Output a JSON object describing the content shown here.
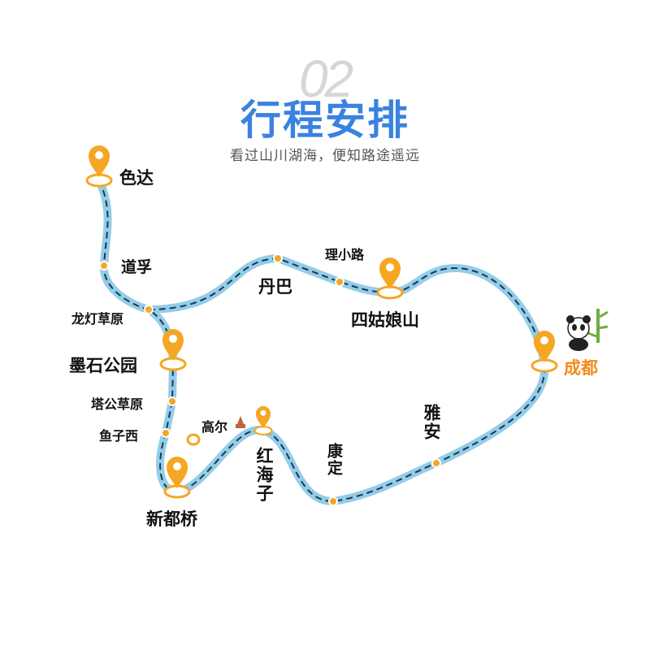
{
  "header": {
    "number": "02",
    "title": "行程安排",
    "subtitle": "看过山川湖海，便知路途遥远"
  },
  "stops": {
    "seda": "色达",
    "daofu": "道孚",
    "longdeng": "龙灯草原",
    "moshi": "墨石公园",
    "tagong": "塔公草原",
    "yuzixi": "鱼子西",
    "gaoer": "高尔",
    "xinduqiao": "新都桥",
    "honghaizi": "红海子",
    "kangding": "康定",
    "yaan": "雅安",
    "chengdu": "成都",
    "siguniang": "四姑娘山",
    "lixiaolu": "理小路",
    "danba": "丹巴"
  },
  "colors": {
    "title": "#3a82e0",
    "pin": "#f5a623",
    "route": "#93cde8",
    "dash": "#1d3557",
    "chengdu": "#f28c1e"
  }
}
